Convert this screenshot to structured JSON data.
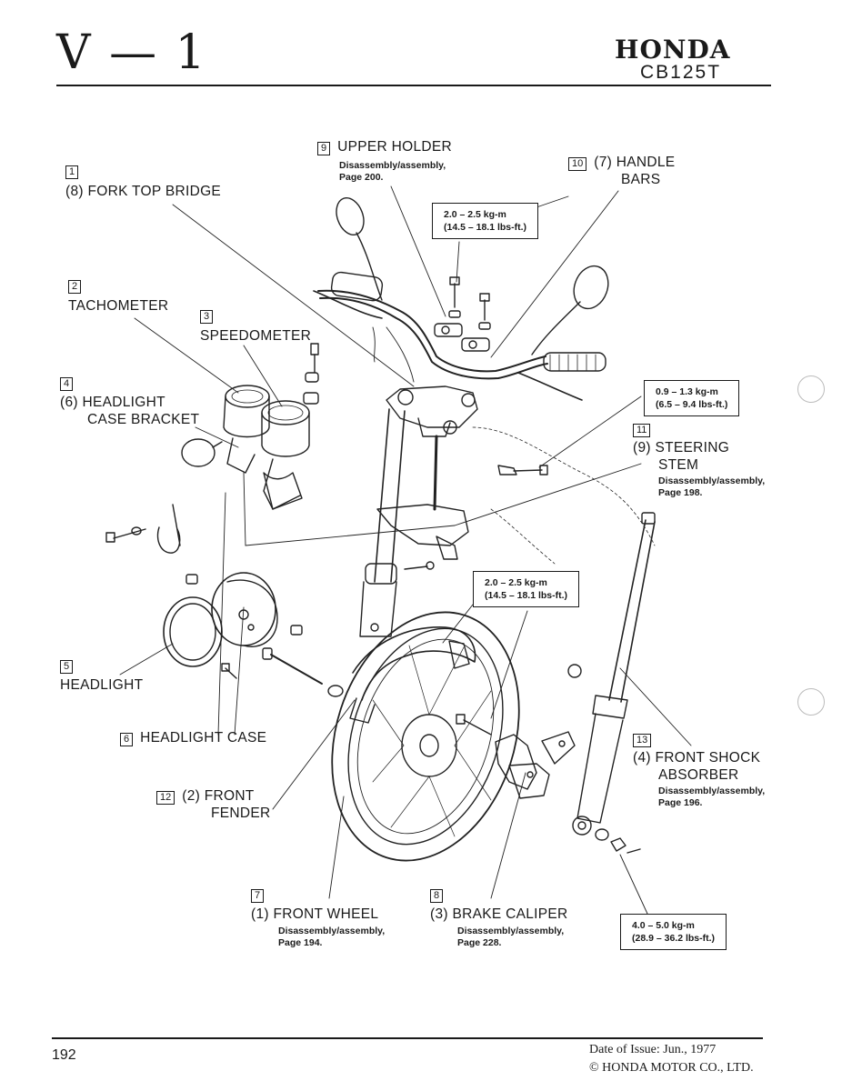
{
  "header": {
    "section": "V — 1",
    "brand": "HONDA",
    "model": "CB125T"
  },
  "callouts": [
    {
      "num": "1",
      "lines": [
        "(8)  FORK TOP BRIDGE"
      ],
      "subs": []
    },
    {
      "num": "2",
      "lines": [
        "TACHOMETER"
      ],
      "subs": []
    },
    {
      "num": "3",
      "lines": [
        "SPEEDOMETER"
      ],
      "subs": []
    },
    {
      "num": "4",
      "lines": [
        "(6)  HEADLIGHT",
        "CASE BRACKET"
      ],
      "subs": []
    },
    {
      "num": "5",
      "lines": [
        "HEADLIGHT"
      ],
      "subs": []
    },
    {
      "num": "6",
      "lines": [
        "HEADLIGHT CASE"
      ],
      "subs": []
    },
    {
      "num": "7",
      "lines": [
        "(1)  FRONT WHEEL"
      ],
      "subs": [
        "Disassembly/assembly,",
        "Page 194."
      ]
    },
    {
      "num": "8",
      "lines": [
        "(3)  BRAKE CALIPER"
      ],
      "subs": [
        "Disassembly/assembly,",
        "Page 228."
      ]
    },
    {
      "num": "9",
      "lines": [
        "UPPER HOLDER"
      ],
      "subs": [
        "Disassembly/assembly,",
        "Page 200."
      ]
    },
    {
      "num": "10",
      "lines": [
        "(7)  HANDLE",
        "BARS"
      ],
      "subs": []
    },
    {
      "num": "11",
      "lines": [
        "(9)  STEERING",
        "STEM"
      ],
      "subs": [
        "Disassembly/assembly,",
        "Page 198."
      ]
    },
    {
      "num": "12",
      "lines": [
        "(2)  FRONT",
        "FENDER"
      ],
      "subs": []
    },
    {
      "num": "13",
      "lines": [
        "(4)  FRONT SHOCK",
        "ABSORBER"
      ],
      "subs": [
        "Disassembly/assembly,",
        "Page 196."
      ]
    }
  ],
  "torque_specs": [
    {
      "line1": "2.0 – 2.5 kg-m",
      "line2": "(14.5 – 18.1 lbs-ft.)"
    },
    {
      "line1": "0.9 – 1.3 kg-m",
      "line2": "(6.5 – 9.4 lbs-ft.)"
    },
    {
      "line1": "2.0 – 2.5 kg-m",
      "line2": "(14.5 – 18.1 lbs-ft.)"
    },
    {
      "line1": "4.0 – 5.0 kg-m",
      "line2": "(28.9 – 36.2 lbs-ft.)"
    }
  ],
  "footer": {
    "page_number": "192",
    "issue_date": "Date of Issue: Jun., 1977",
    "copyright": "© HONDA MOTOR CO., LTD."
  }
}
